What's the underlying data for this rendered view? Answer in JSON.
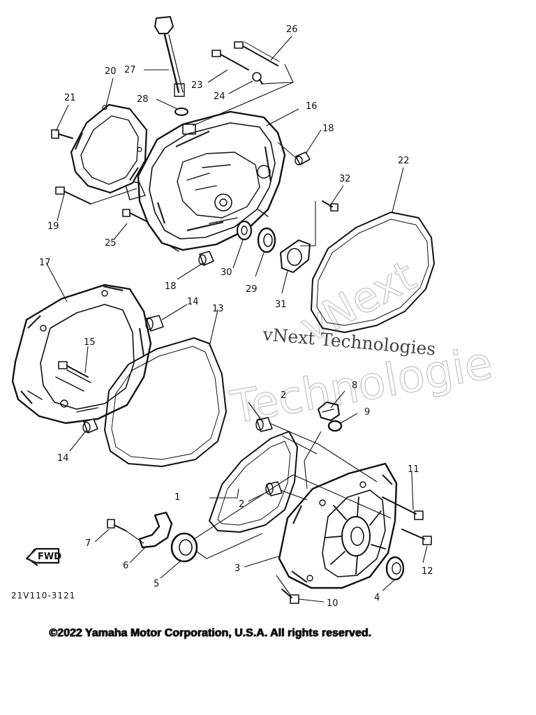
{
  "diagram": {
    "part_numbers": [
      "1",
      "2",
      "2",
      "3",
      "4",
      "5",
      "6",
      "7",
      "8",
      "9",
      "10",
      "11",
      "12",
      "13",
      "14",
      "14",
      "15",
      "16",
      "17",
      "18",
      "18",
      "19",
      "20",
      "21",
      "22",
      "23",
      "24",
      "25",
      "26",
      "27",
      "28",
      "29",
      "30",
      "31",
      "32"
    ],
    "drawing_code": "21V110-3121",
    "direction_marker": "FWD",
    "copyright": "©2022 Yamaha Motor Corporation, U.S.A. All rights reserved.",
    "watermark": {
      "line1": "vNext Technologies",
      "line2": "Technologie",
      "stamp": "vNext"
    }
  }
}
